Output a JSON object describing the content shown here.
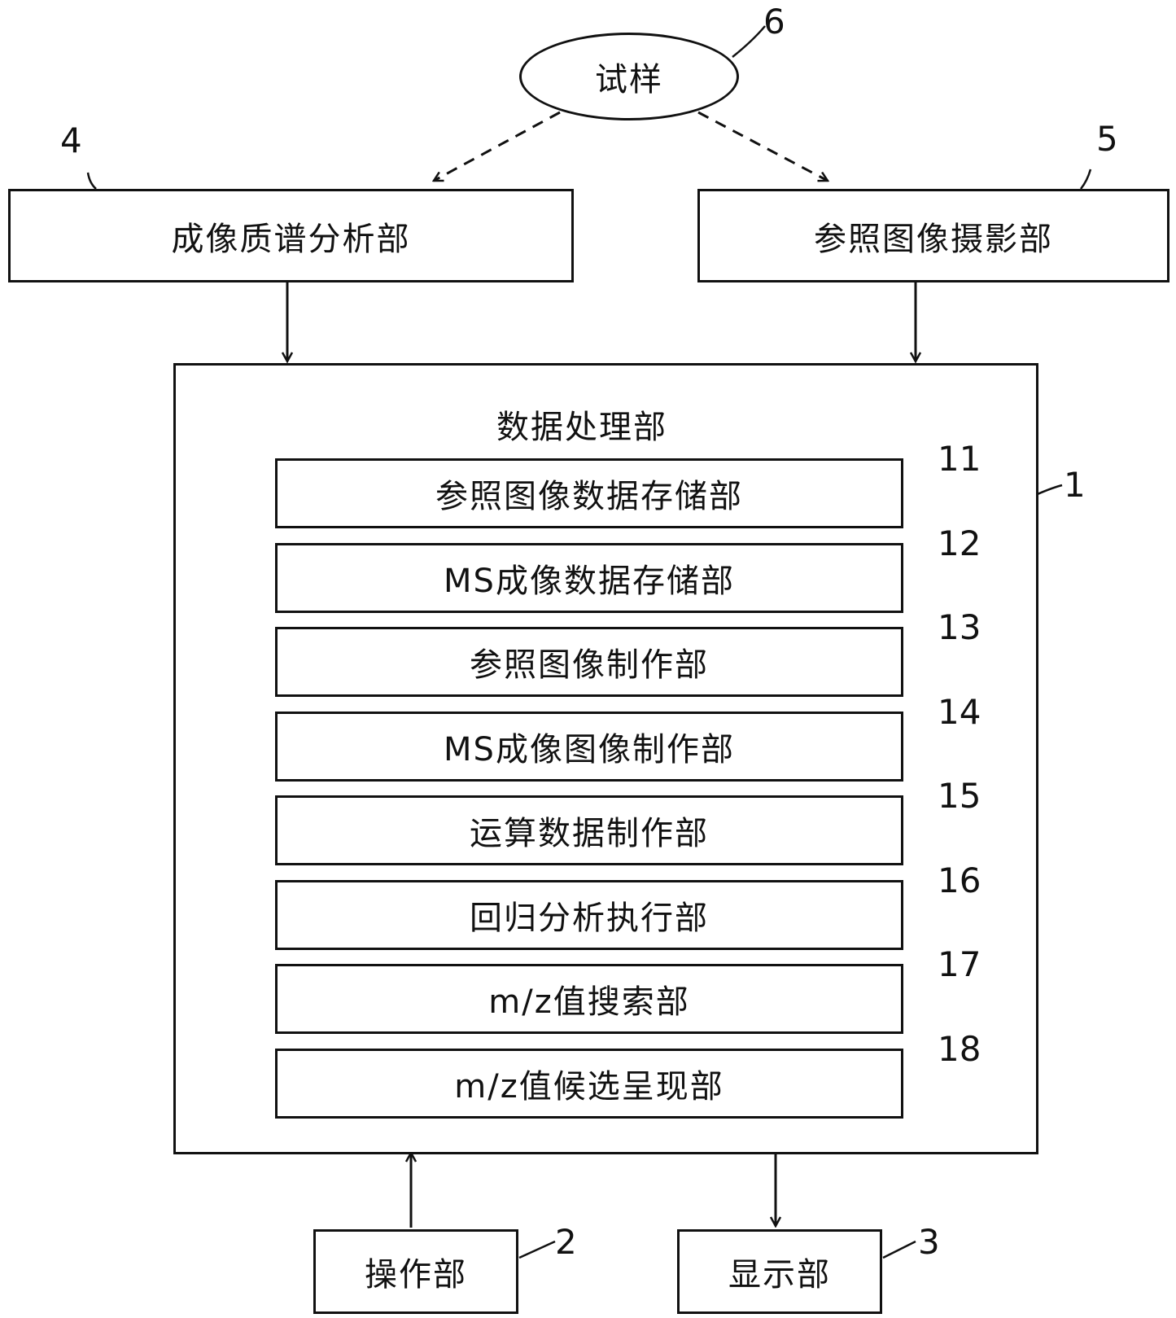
{
  "sample": {
    "label": "试样",
    "ref": "6"
  },
  "imaging_ms": {
    "label": "成像质谱分析部",
    "ref": "4"
  },
  "reference_camera": {
    "label": "参照图像摄影部",
    "ref": "5"
  },
  "data_processing": {
    "label": "数据处理部",
    "ref": "1",
    "units": [
      {
        "label": "参照图像数据存储部",
        "ref": "11"
      },
      {
        "label": "MS成像数据存储部",
        "ref": "12"
      },
      {
        "label": "参照图像制作部",
        "ref": "13"
      },
      {
        "label": "MS成像图像制作部",
        "ref": "14"
      },
      {
        "label": "运算数据制作部",
        "ref": "15"
      },
      {
        "label": "回归分析执行部",
        "ref": "16"
      },
      {
        "label": "m/z值搜索部",
        "ref": "17"
      },
      {
        "label": "m/z值候选呈现部",
        "ref": "18"
      }
    ]
  },
  "operation": {
    "label": "操作部",
    "ref": "2"
  },
  "display": {
    "label": "显示部",
    "ref": "3"
  }
}
